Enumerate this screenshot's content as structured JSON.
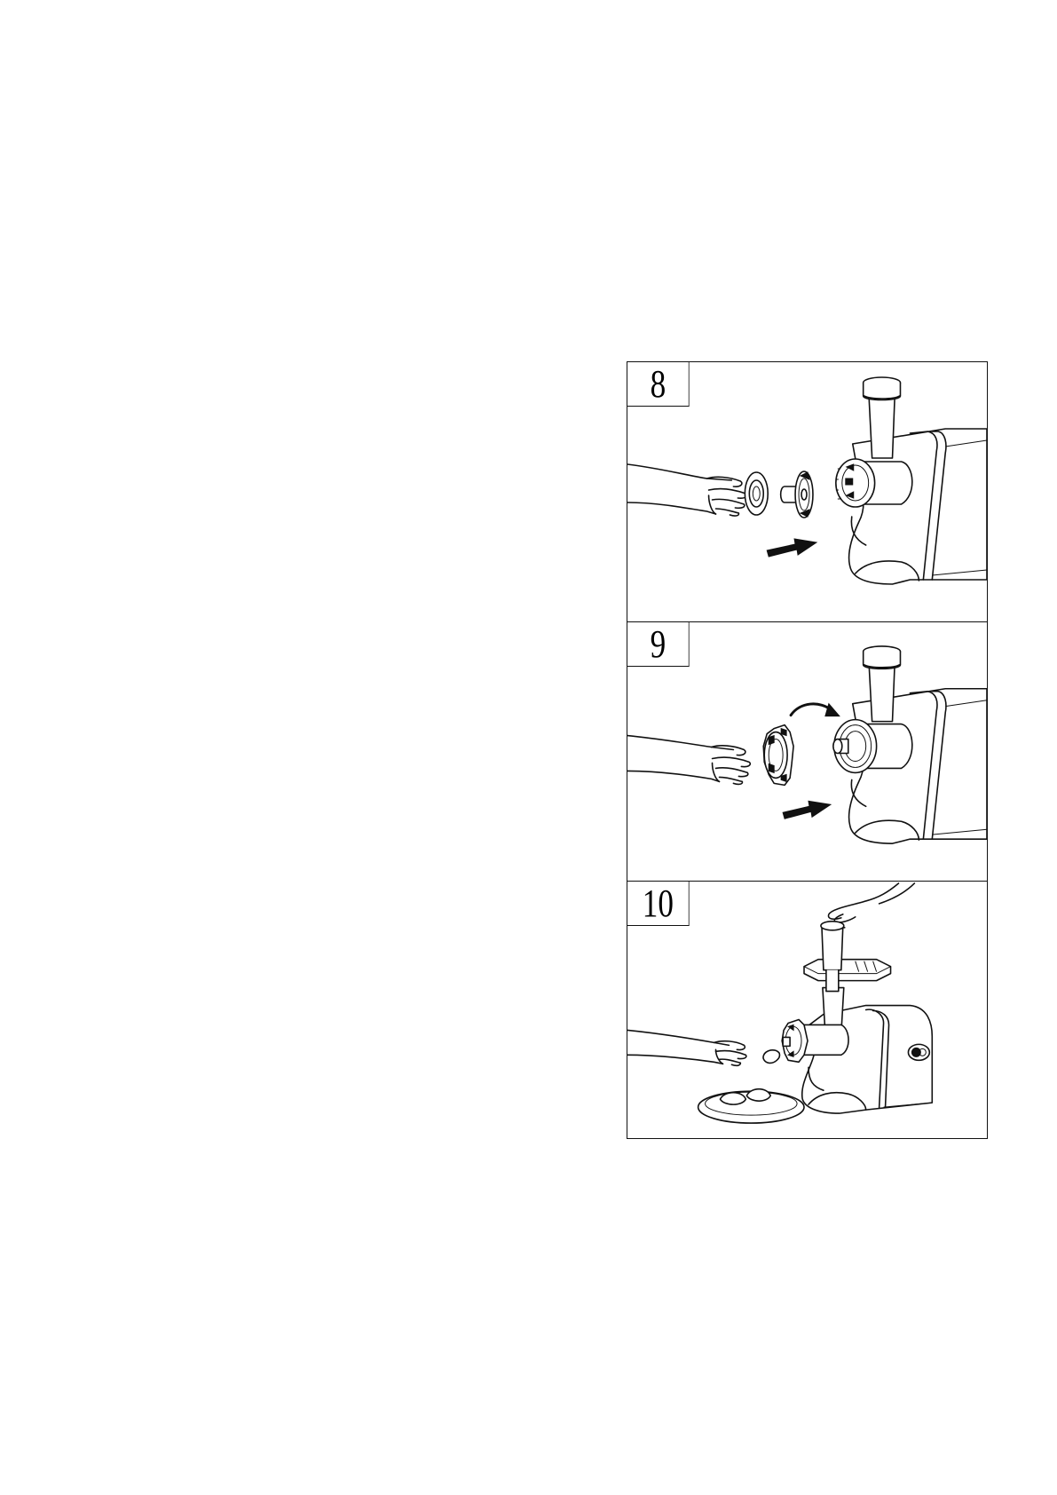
{
  "steps": [
    {
      "number": "8",
      "icon": "hand-inserting-cutting-blade-and-ring"
    },
    {
      "number": "9",
      "icon": "hand-screwing-on-ring-nut"
    },
    {
      "number": "10",
      "icon": "hand-pressing-pusher-and-feeding-food"
    }
  ]
}
